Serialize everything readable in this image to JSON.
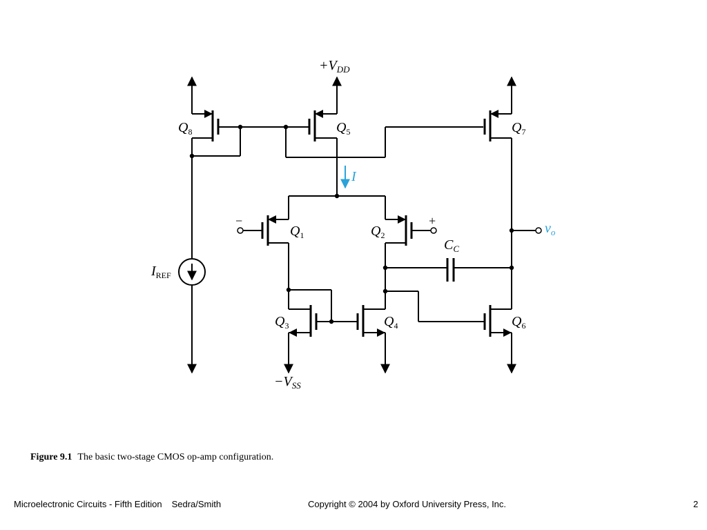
{
  "labels": {
    "vdd": "+V",
    "vdd_sub": "DD",
    "vss": "−V",
    "vss_sub": "SS",
    "q1": "Q",
    "q1_sub": "1",
    "q2": "Q",
    "q2_sub": "2",
    "q3": "Q",
    "q3_sub": "3",
    "q4": "Q",
    "q4_sub": "4",
    "q5": "Q",
    "q5_sub": "5",
    "q6": "Q",
    "q6_sub": "6",
    "q7": "Q",
    "q7_sub": "7",
    "q8": "Q",
    "q8_sub": "8",
    "iref": "I",
    "iref_sub": "REF",
    "i": "I",
    "cc": "C",
    "cc_sub": "C",
    "vo": "v",
    "vo_sub": "o",
    "minus": "−",
    "plus": "+"
  },
  "caption": {
    "figure": "Figure 9.1",
    "text": "The basic two-stage CMOS op-amp configuration."
  },
  "footer": {
    "book": "Microelectronic Circuits - Fifth Edition",
    "authors": "Sedra/Smith",
    "copyright": "Copyright © 2004 by Oxford University Press, Inc.",
    "page": "2"
  },
  "colors": {
    "accent": "#2aa3d9",
    "ink": "#000000"
  }
}
